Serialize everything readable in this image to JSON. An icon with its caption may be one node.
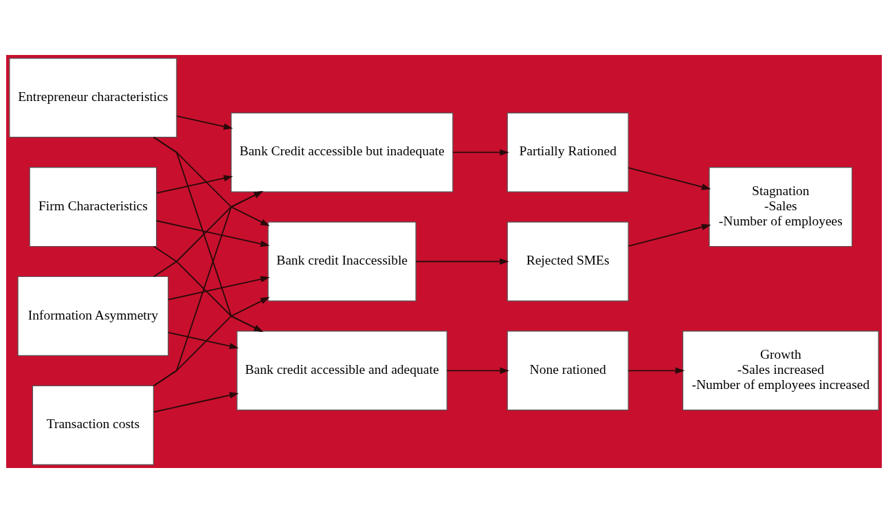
{
  "diagram": {
    "nodes": [
      {
        "text": [
          "Information Asymmetry"
        ]
      },
      {
        "text": [
          "Transaction costs"
        ]
      },
      {
        "text": [
          "Entrepreneur characteristics"
        ]
      },
      {
        "text": [
          "Firm Characteristics"
        ]
      },
      {
        "text": [
          "Bank credit Inaccessible"
        ]
      },
      {
        "text": [
          "Bank Credit accessible but inadequate"
        ]
      },
      {
        "text": [
          "Bank credit accessible and adequate"
        ]
      },
      {
        "text": [
          "Rejected SMEs"
        ]
      },
      {
        "text": [
          "Partially Rationed"
        ]
      },
      {
        "text": [
          "None rationed"
        ]
      },
      {
        "text": [
          "Stagnation",
          "-Sales",
          "-Number of employees"
        ]
      },
      {
        "text": [
          "Growth",
          "-Sales increased",
          "-Number of employees increased"
        ]
      }
    ],
    "edges": [
      {
        "from": 0,
        "to": 4,
        "arrow": "to"
      },
      {
        "from": 0,
        "to": 5,
        "arrow": "to"
      },
      {
        "from": 0,
        "to": 6,
        "arrow": "to"
      },
      {
        "from": 1,
        "to": 4,
        "arrow": "to"
      },
      {
        "from": 1,
        "to": 5,
        "arrow": "to"
      },
      {
        "from": 1,
        "to": 6,
        "arrow": "to"
      },
      {
        "from": 2,
        "to": 4,
        "arrow": "to"
      },
      {
        "from": 2,
        "to": 5,
        "arrow": "to"
      },
      {
        "from": 2,
        "to": 6,
        "arrow": "to"
      },
      {
        "from": 3,
        "to": 4,
        "arrow": "to"
      },
      {
        "from": 3,
        "to": 5,
        "arrow": "to"
      },
      {
        "from": 3,
        "to": 6,
        "arrow": "to"
      },
      {
        "from": 4,
        "to": 7,
        "arrow": "to"
      },
      {
        "from": 5,
        "to": 8,
        "arrow": "to"
      },
      {
        "from": 6,
        "to": 9,
        "arrow": "to"
      },
      {
        "from": 7,
        "to": 10,
        "arrow": "to"
      },
      {
        "from": 8,
        "to": 10,
        "arrow": "to"
      },
      {
        "from": 9,
        "to": 11,
        "arrow": "to"
      }
    ]
  }
}
